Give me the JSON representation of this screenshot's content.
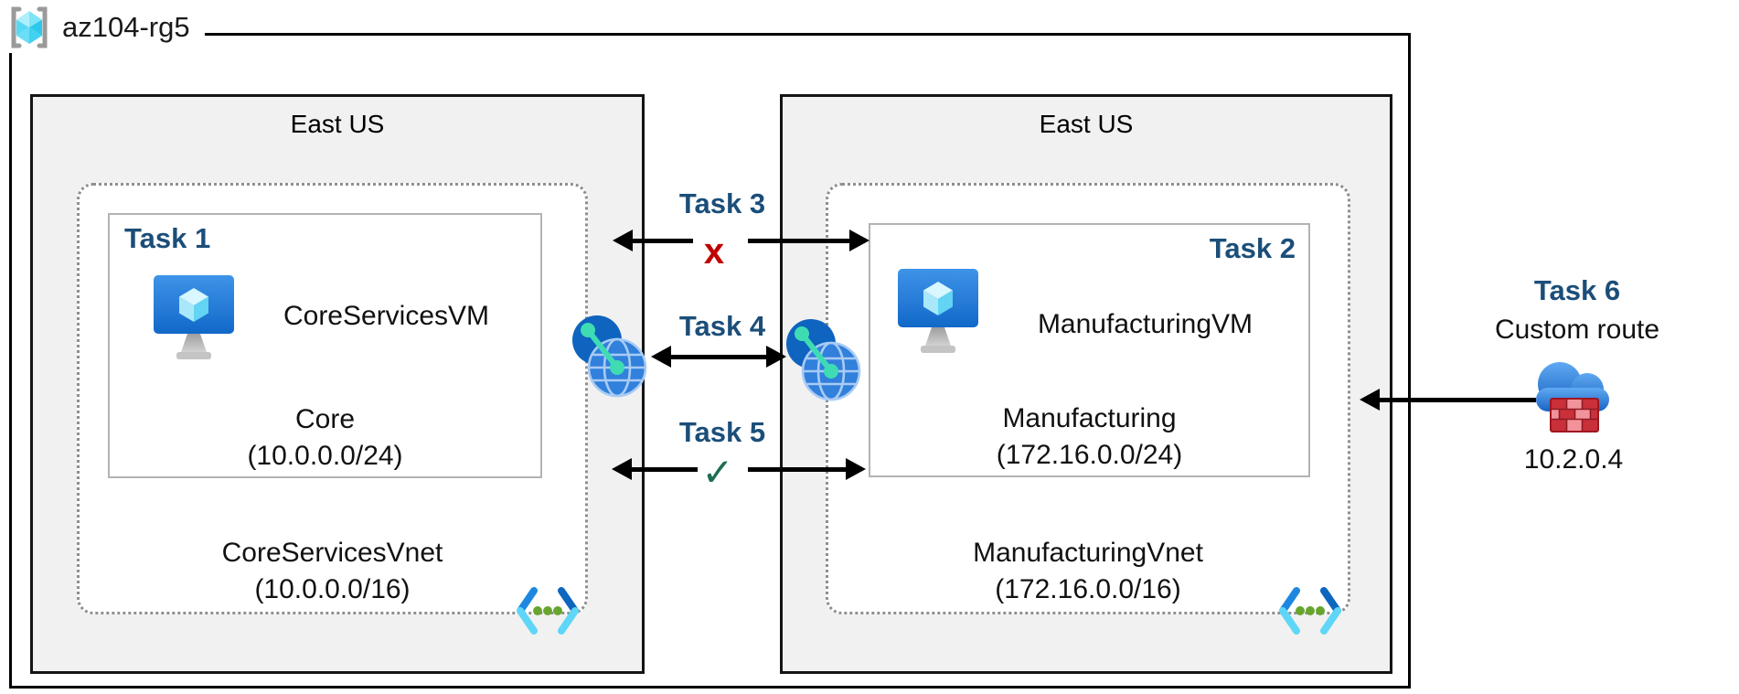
{
  "resource_group": {
    "name": "az104-rg5"
  },
  "regions": [
    {
      "name": "East US",
      "vnet": {
        "name": "CoreServicesVnet",
        "cidr": "(10.0.0.0/16)"
      },
      "subnet": {
        "task_label": "Task 1",
        "vm_name": "CoreServicesVM",
        "name": "Core",
        "cidr": "(10.0.0.0/24)"
      }
    },
    {
      "name": "East US",
      "vnet": {
        "name": "ManufacturingVnet",
        "cidr": "(172.16.0.0/16)"
      },
      "subnet": {
        "task_label": "Task 2",
        "vm_name": "ManufacturingVM",
        "name": "Manufacturing",
        "cidr": "(172.16.0.0/24)"
      }
    }
  ],
  "connections": {
    "task3": {
      "label": "Task 3",
      "marker": "x"
    },
    "task4": {
      "label": "Task 4"
    },
    "task5": {
      "label": "Task 5",
      "marker": "✓"
    },
    "task6": {
      "label": "Task 6",
      "subtitle": "Custom route",
      "ip": "10.2.0.4"
    }
  },
  "icons": {
    "resource_group": "resource-group-icon",
    "virtual_machine": "vm-icon",
    "virtual_network": "vnet-icon",
    "peering": "vnet-peering-icon",
    "custom_route_appliance": "cloud-firewall-icon"
  },
  "colors": {
    "task_label": "#1B4E79",
    "cross": "#C00000",
    "check": "#1F6C54",
    "region_fill": "#F1F1F1",
    "arrow": "#000000"
  }
}
